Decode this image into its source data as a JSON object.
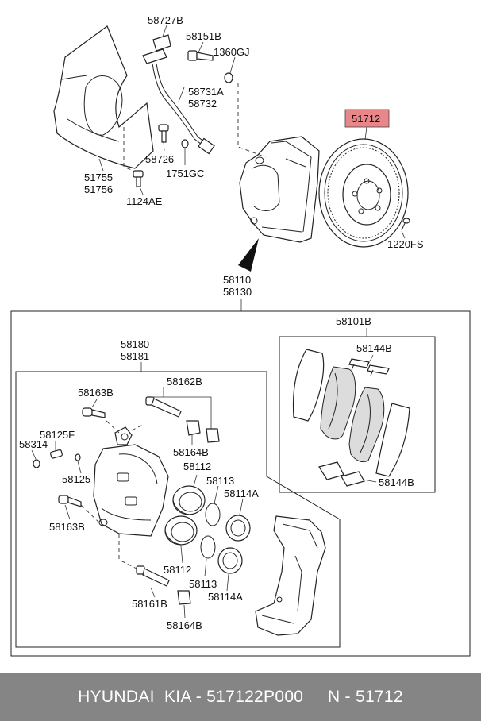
{
  "callouts": {
    "p58727B": "58727B",
    "p58151B": "58151B",
    "p1360GJ": "1360GJ",
    "p58731A": "58731A",
    "p58732": "58732",
    "p58726": "58726",
    "p1751GC": "1751GC",
    "p51755": "51755",
    "p51756": "51756",
    "p1124AE": "1124AE",
    "p51712": "51712",
    "p1220FS": "1220FS",
    "p58110": "58110",
    "p58130": "58130",
    "p58101B": "58101B",
    "p58144B_top": "58144B",
    "p58144B_bottom": "58144B",
    "p58180": "58180",
    "p58181": "58181",
    "p58162B": "58162B",
    "p58163B_top": "58163B",
    "p58125F": "58125F",
    "p58314": "58314",
    "p58125": "58125",
    "p58164B_top": "58164B",
    "p58112_top": "58112",
    "p58113_top": "58113",
    "p58114A_top": "58114A",
    "p58163B_bottom": "58163B",
    "p58112_bottom": "58112",
    "p58113_bottom": "58113",
    "p58114A_bottom": "58114A",
    "p58161B": "58161B",
    "p58164B_bottom": "58164B"
  },
  "highlight_color": "#e8868a",
  "footer": {
    "text": "HYUNDAI  KIA - 517122P000     N - 51712"
  }
}
